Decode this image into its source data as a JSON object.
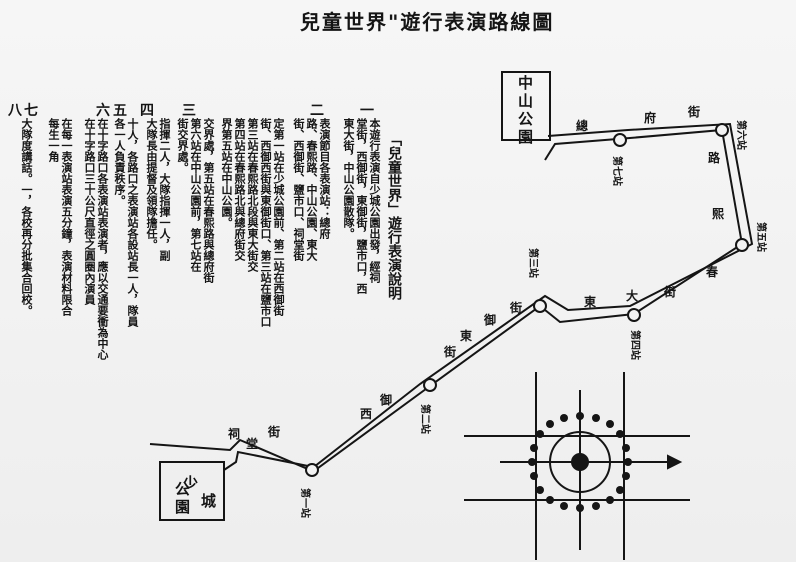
{
  "title": "兒童世界\"遊行表演路線圖",
  "numbers": [
    "一",
    "二",
    "三",
    "四",
    "五",
    "六",
    "七",
    "八"
  ],
  "heading": "「兒童世界」遊行表演說明",
  "paragraphs": {
    "p1": [
      "本遊行表演自少城公園出發，經祠",
      "堂街，西御街，東御街，鹽市口，西",
      "東大街，中山公園散隊。"
    ],
    "p2": [
      "表演節目各表演站：總府",
      "路、春熙路、中山公園、東大",
      "街、西御街、鹽市口、祠堂街"
    ],
    "p3": [
      "定第一站在少城公園前、第二站在西御街",
      "街、西御西街與東御街口、第三站在鹽市口",
      "第三站在春熙路北段與東大街交",
      "第四站在春熙路北與總府街交",
      "界第五站在中山公園。"
    ],
    "p4": [
      "交界處，第五站在春熙路與總府街",
      "第六站在中山公園前，第七站在",
      "街交界處。"
    ],
    "p5": [
      "指揮二人，大隊指揮一人，副",
      "大隊長由提督及領隊擔任。"
    ],
    "p6": [
      "十人，各路口之表演站各設站長一人，隊員",
      "各一人負責秩序。"
    ],
    "p7": [
      "在十字路口各表演站表演者，應以交通要衝為中心",
      "在十字路口三十公尺直徑之圓圈內演員"
    ],
    "p8": [
      "在每一表演站表演五分鐘，表演材料限合",
      "每生一角"
    ],
    "p9": [
      "大隊度講話。一，各校再分批集合回校。"
    ]
  },
  "map": {
    "park_start": "少城公園",
    "park_start_lines": [
      "少",
      "城",
      "公",
      "園"
    ],
    "park_end_lines": [
      "中",
      "山",
      "公",
      "園"
    ],
    "stations": [
      "第一站",
      "第二站",
      "第三站",
      "第四站",
      "第五站",
      "第六站",
      "第七站"
    ],
    "streets": {
      "ci_tang": [
        "祠",
        "堂",
        "街"
      ],
      "xi_yu": [
        "西",
        "御",
        "街"
      ],
      "dong_yu": [
        "東",
        "御",
        "街"
      ],
      "dong_da": [
        "東",
        "大",
        "街"
      ],
      "chun_xi": [
        "春",
        "熙",
        "路"
      ],
      "zong_fu": [
        "總",
        "府",
        "街"
      ]
    }
  },
  "colors": {
    "ink": "#151515",
    "paper": "#f1f1f1"
  }
}
